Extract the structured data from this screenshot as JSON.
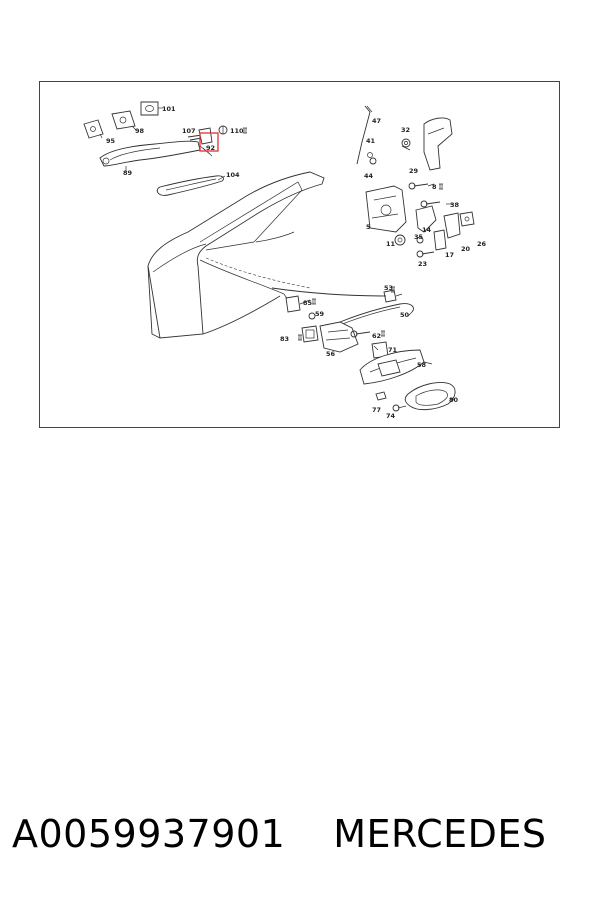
{
  "caption": {
    "part_number": "A0059937901",
    "brand": "MERCEDES"
  },
  "diagram": {
    "highlight_color": "#e03030",
    "highlighted_callout": "92",
    "callouts": {
      "c101": "101",
      "c98": "98",
      "c95": "95",
      "c89": "89",
      "c107": "107",
      "c92": "92",
      "c110": "110",
      "c104": "104",
      "c47": "47",
      "c41": "41",
      "c32": "32",
      "c29": "29",
      "c44": "44",
      "c8": "8",
      "c38": "38",
      "c5": "5",
      "c14": "14",
      "c20": "20",
      "c26": "26",
      "c11": "11",
      "c35": "35",
      "c17": "17",
      "c23": "23",
      "c53": "53",
      "c50": "50",
      "c85": "85",
      "c59": "59",
      "c83": "83",
      "c62": "62",
      "c56": "56",
      "c71": "71",
      "c58": "58",
      "c77": "77",
      "c74": "74",
      "c80": "80"
    }
  }
}
